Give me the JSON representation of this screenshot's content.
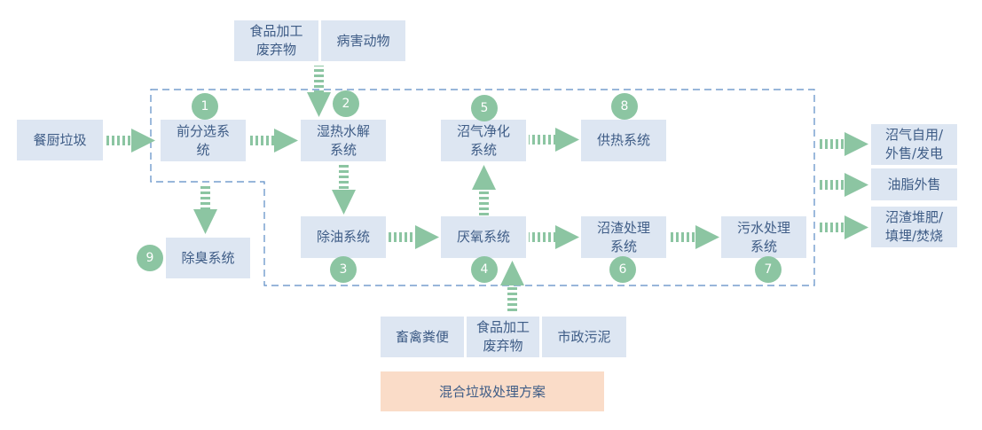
{
  "nodes": {
    "kitchen_waste": "餐厨垃圾",
    "presort": "前分选系\n统",
    "hydrothermal": "湿热水解\n系统",
    "biogas_purify": "沼气净化\n系统",
    "heating": "供热系统",
    "deodor": "除臭系统",
    "deoil": "除油系统",
    "anaerobic": "厌氧系统",
    "residue": "沼渣处理\n系统",
    "wastewater": "污水处理\n系统"
  },
  "inputs_top": [
    "食品加工\n废弃物",
    "病害动物"
  ],
  "inputs_bottom": [
    "畜禽粪便",
    "食品加工\n废弃物",
    "市政污泥"
  ],
  "outputs": [
    "沼气自用/\n外售/发电",
    "油脂外售",
    "沼渣堆肥/\n填埋/焚烧"
  ],
  "numbers": {
    "presort": "1",
    "hydrothermal": "2",
    "deoil": "3",
    "anaerobic": "4",
    "biogas_purify": "5",
    "residue": "6",
    "wastewater": "7",
    "heating": "8",
    "deodor": "9"
  },
  "scheme_title": "混合垃圾处理方案",
  "colors": {
    "box_fill": "#dde6f2",
    "text": "#3e5c86",
    "arrow": "#8cc5a2",
    "badge": "#8cc5a2",
    "scheme_fill": "#fadcc8",
    "dash": "#5b8bc4"
  }
}
